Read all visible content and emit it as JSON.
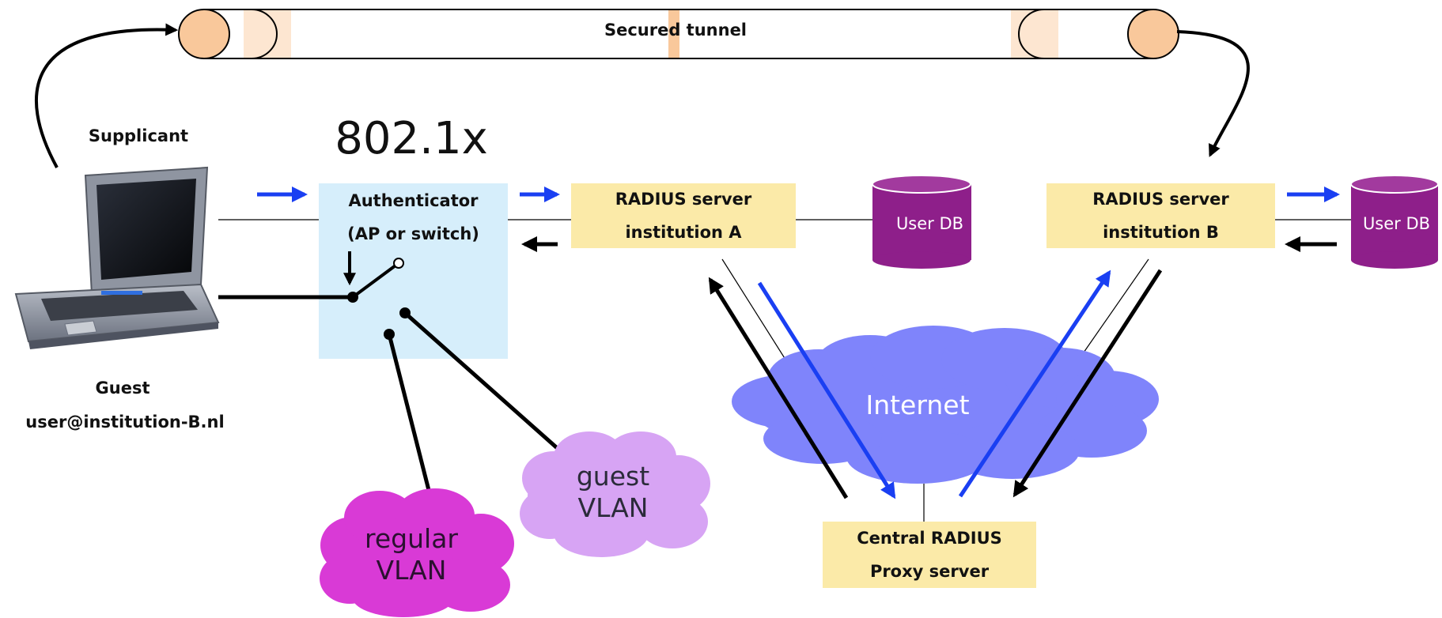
{
  "tunnel": {
    "label": "Secured tunnel"
  },
  "protocol": {
    "label": "802.1x"
  },
  "supplicant": {
    "title": "Supplicant",
    "guest_label": "Guest",
    "user": "user@institution-B.nl"
  },
  "authenticator": {
    "line1": "Authenticator",
    "line2": "(AP or switch)"
  },
  "radius_a": {
    "line1": "RADIUS server",
    "line2": "institution A"
  },
  "radius_b": {
    "line1": "RADIUS server",
    "line2": "institution B"
  },
  "central_proxy": {
    "line1": "Central RADIUS",
    "line2": "Proxy server"
  },
  "user_db_a": {
    "label": "User DB"
  },
  "user_db_b": {
    "label": "User DB"
  },
  "internet": {
    "label": "Internet"
  },
  "guest_vlan": {
    "line1": "guest",
    "line2": "VLAN"
  },
  "regular_vlan": {
    "line1": "regular",
    "line2": "VLAN"
  },
  "colors": {
    "authenticator_fill": "#d6eefb",
    "server_fill": "#fbeaa8",
    "db_fill": "#8e1f8a",
    "internet_cloud": "#7f84fb",
    "guest_vlan_cloud": "#d7a4f4",
    "regular_vlan_cloud": "#d93ad6",
    "request_arrow": "#1a3ff2",
    "response_arrow": "#000000",
    "tunnel_cap": "#f9c89b"
  }
}
